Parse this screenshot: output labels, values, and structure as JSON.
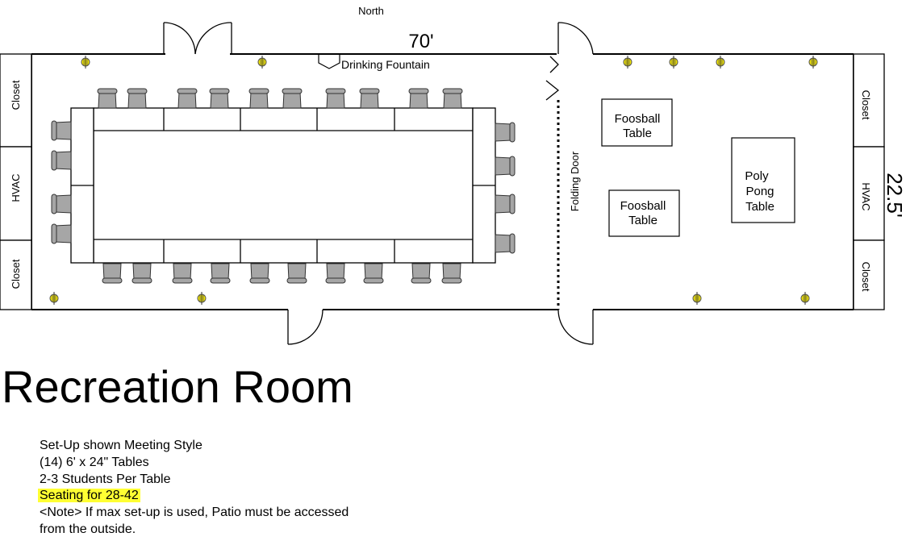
{
  "floorplan": {
    "north_label": "North",
    "length_label": "70'",
    "width_label": "22.5'",
    "drinking_fountain_label": "Drinking Fountain",
    "folding_door_label": "Folding Door",
    "west_rooms": [
      "Closet",
      "HVAC",
      "Closet"
    ],
    "east_rooms": [
      "Closet",
      "HVAC",
      "Closet"
    ],
    "foosball_1": [
      "Foosball",
      "Table"
    ],
    "foosball_2": [
      "Foosball",
      "Table"
    ],
    "poly_pong": [
      "Poly",
      "Pong",
      "Table"
    ]
  },
  "title": "Recreation Room",
  "notes": [
    "Set-Up shown Meeting Style",
    "(14) 6' x 24\" Tables",
    "2-3 Students Per Table",
    "Seating for 28-42",
    "<Note> If max set-up is used, Patio must be accessed",
    "from the outside."
  ],
  "colors": {
    "highlight": "#ffff33",
    "chair": "#a6a6a6",
    "light_fixture": "#f2e600"
  }
}
